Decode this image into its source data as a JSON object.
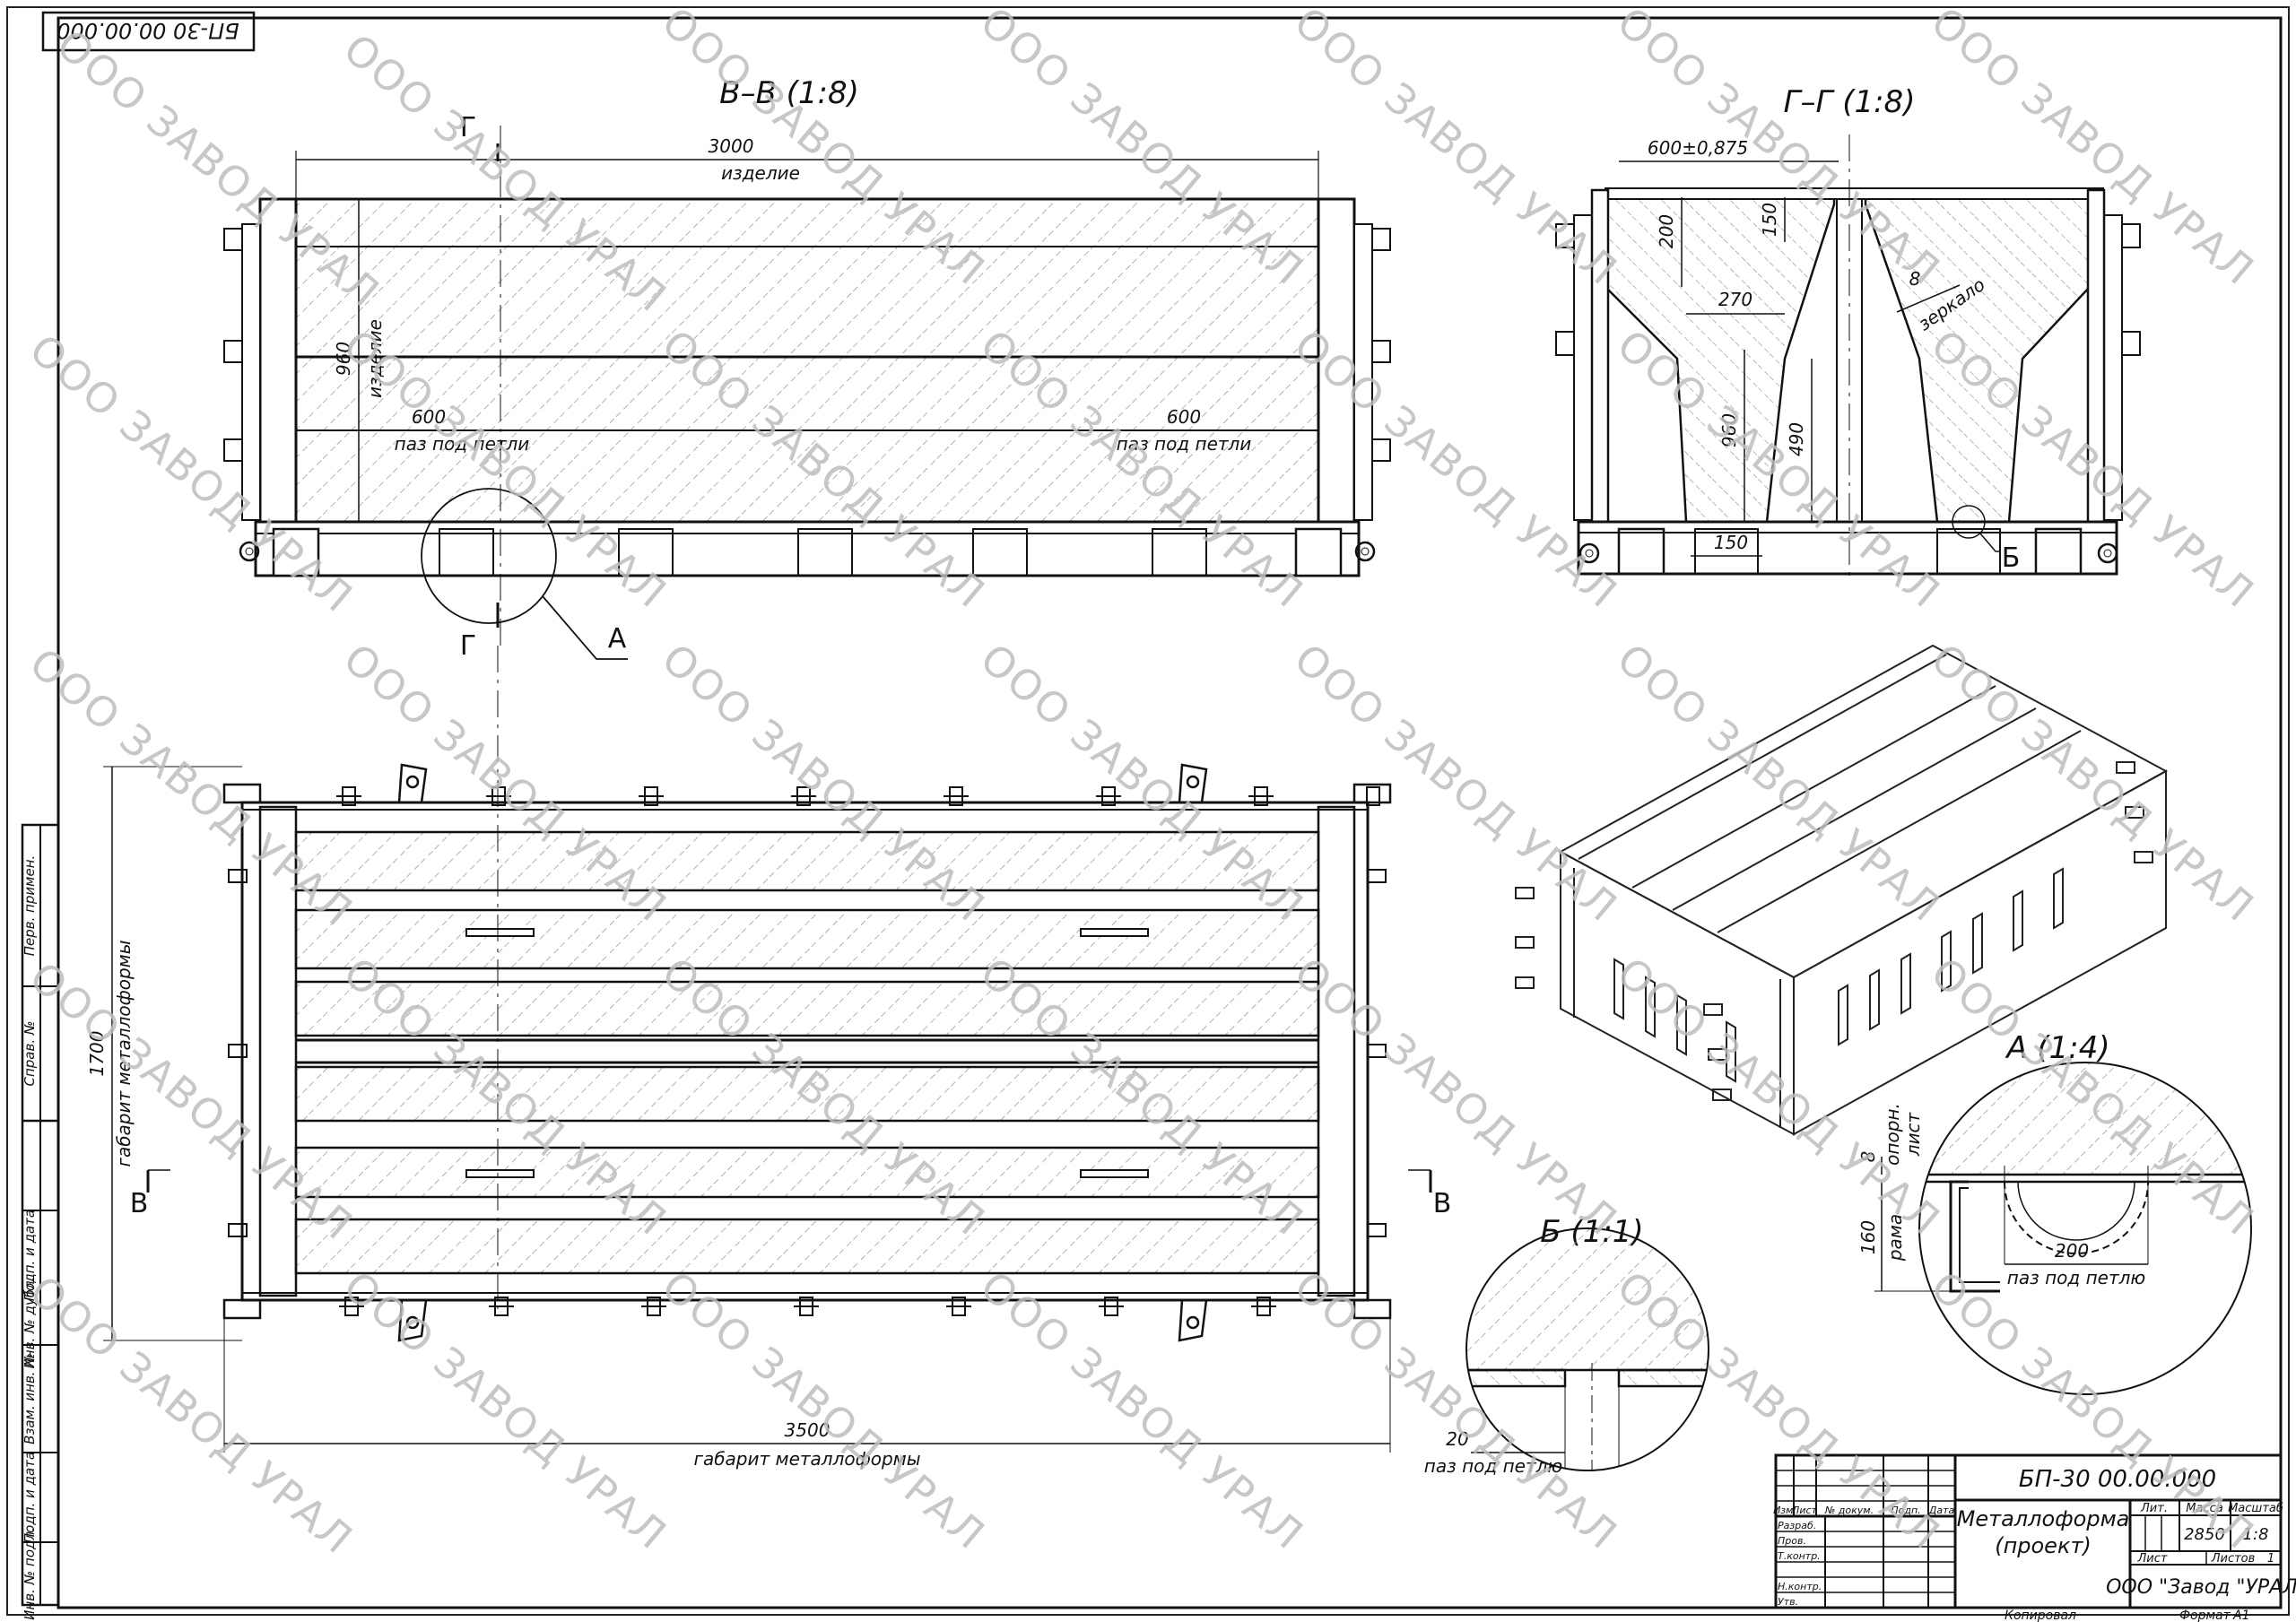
{
  "watermark": "ООО ЗАВОД УРАЛ",
  "top_code": "БП-30 00.00.000",
  "views": {
    "section_vv": "В–В (1:8)",
    "section_gg": "Г–Г (1:8)",
    "detail_a": "А (1:4)",
    "detail_b": "Б (1:1)"
  },
  "markers": {
    "g": "Г",
    "a": "А",
    "b": "Б",
    "v": "В"
  },
  "dims_vv": {
    "length": "3000",
    "length_note": "изделие",
    "height": "960",
    "height_note": "изделие",
    "loop_left": "600",
    "loop_right": "600",
    "loop_note": "паз под петли"
  },
  "dims_gg": {
    "width": "600±0,875",
    "d200": "200",
    "d150_top": "150",
    "d270": "270",
    "d8": "8",
    "mirror": "зеркало",
    "d960": "960",
    "d490": "490",
    "d150_bottom": "150"
  },
  "dims_plan": {
    "width": "1700",
    "width_note": "габарит металлоформы",
    "length": "3500",
    "length_note": "габарит металлоформы"
  },
  "dims_a": {
    "d8": "8",
    "sheet1": "опорн.",
    "sheet2": "лист",
    "d160": "160",
    "frame": "рама",
    "d200": "200",
    "loop_note": "паз под петлю"
  },
  "dims_b": {
    "d20": "20",
    "loop_note": "паз под петлю"
  },
  "side_stamp": [
    "Перв. примен.",
    "Справ. №",
    "Подп. и дата",
    "Инв. № дубл.",
    "Взам. инв. №",
    "Подп. и дата",
    "Инв. № подл."
  ],
  "title_block": {
    "code": "БП-30 00.00.000",
    "name_line1": "Металлоформа",
    "name_line2": "(проект)",
    "h_lit": "Лит.",
    "h_mass": "Масса",
    "h_scale": "Масштаб",
    "mass": "2850",
    "scale": "1:8",
    "sheet": "Лист",
    "sheets": "Листов",
    "sheets_val": "1",
    "company": "ООО \"Завод \"УРАЛ\"",
    "col_izm": "Изм.",
    "col_list": "Лист",
    "col_doc": "№ докум.",
    "col_sign": "Подп.",
    "col_date": "Дата",
    "role_dev": "Разраб.",
    "role_check": "Пров.",
    "role_tcontr": "Т.контр.",
    "role_ncontr": "Н.контр.",
    "role_appr": "Утв.",
    "copied": "Копировал",
    "format_label": "Формат",
    "format": "А1"
  }
}
